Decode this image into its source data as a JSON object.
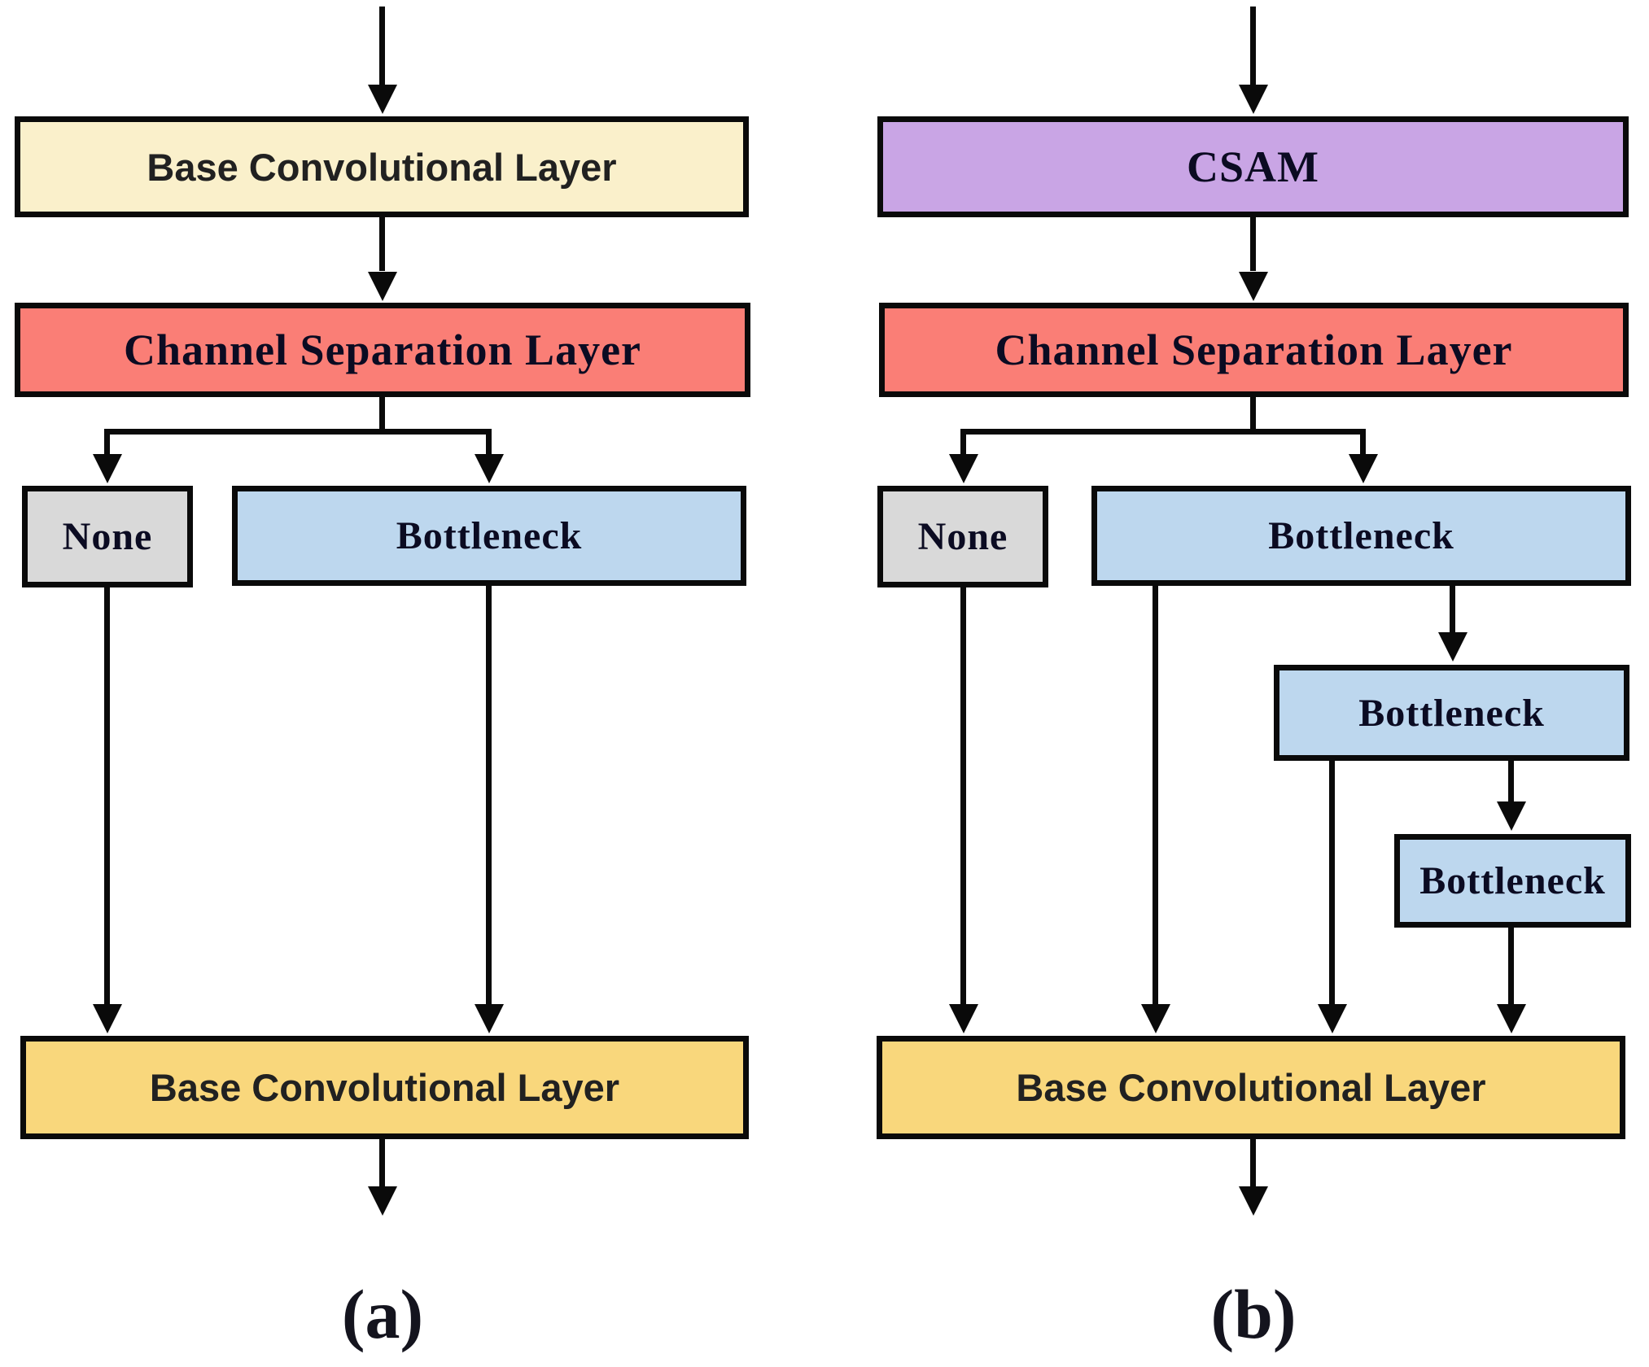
{
  "figure": {
    "background": "#FFFFFF",
    "colors": {
      "cream": "#FAF0CB",
      "gold": "#F9D77C",
      "red": "#FA7E76",
      "purple": "#C9A5E5",
      "blue": "#BDD7EE",
      "gray": "#D9D9D9",
      "border": "#0A0A0A"
    },
    "panel_a": {
      "caption": "(a)",
      "base_conv_top": "Base Convolutional Layer",
      "channel_separation": "Channel Separation Layer",
      "none": "None",
      "bottleneck": "Bottleneck",
      "base_conv_bottom": "Base Convolutional Layer"
    },
    "panel_b": {
      "caption": "(b)",
      "csam": "CSAM",
      "channel_separation": "Channel Separation Layer",
      "none": "None",
      "bottleneck_1": "Bottleneck",
      "bottleneck_2": "Bottleneck",
      "bottleneck_3": "Bottleneck",
      "base_conv_bottom": "Base Convolutional Layer"
    }
  }
}
